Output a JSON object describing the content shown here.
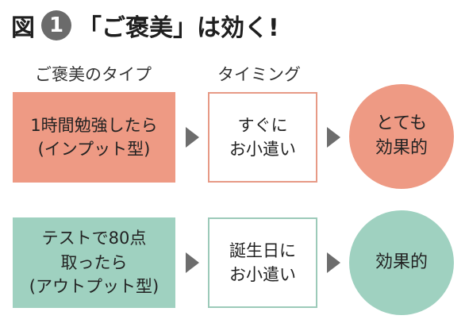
{
  "title": {
    "prefix": "図",
    "number": "1",
    "text": "「ご褒美」は効く!"
  },
  "headers": {
    "type": "ご褒美のタイプ",
    "timing": "タイミング"
  },
  "rows": [
    {
      "type_lines": [
        "1時間勉強したら",
        "(インプット型)"
      ],
      "timing_lines": [
        "すぐに",
        "お小遣い"
      ],
      "effect_lines": [
        "とても",
        "効果的"
      ]
    },
    {
      "type_lines": [
        "テストで80点",
        "取ったら",
        "(アウトプット型)"
      ],
      "timing_lines": [
        "誕生日に",
        "お小遣い"
      ],
      "effect_lines": [
        "効果的"
      ]
    }
  ],
  "colors": {
    "salmon": "#ee9a84",
    "salmon_border": "#e79a86",
    "teal": "#9fd1c0",
    "teal_border": "#9ccab9",
    "arrow": "#6d6d6d",
    "number_circle": "#6b6b6b"
  }
}
